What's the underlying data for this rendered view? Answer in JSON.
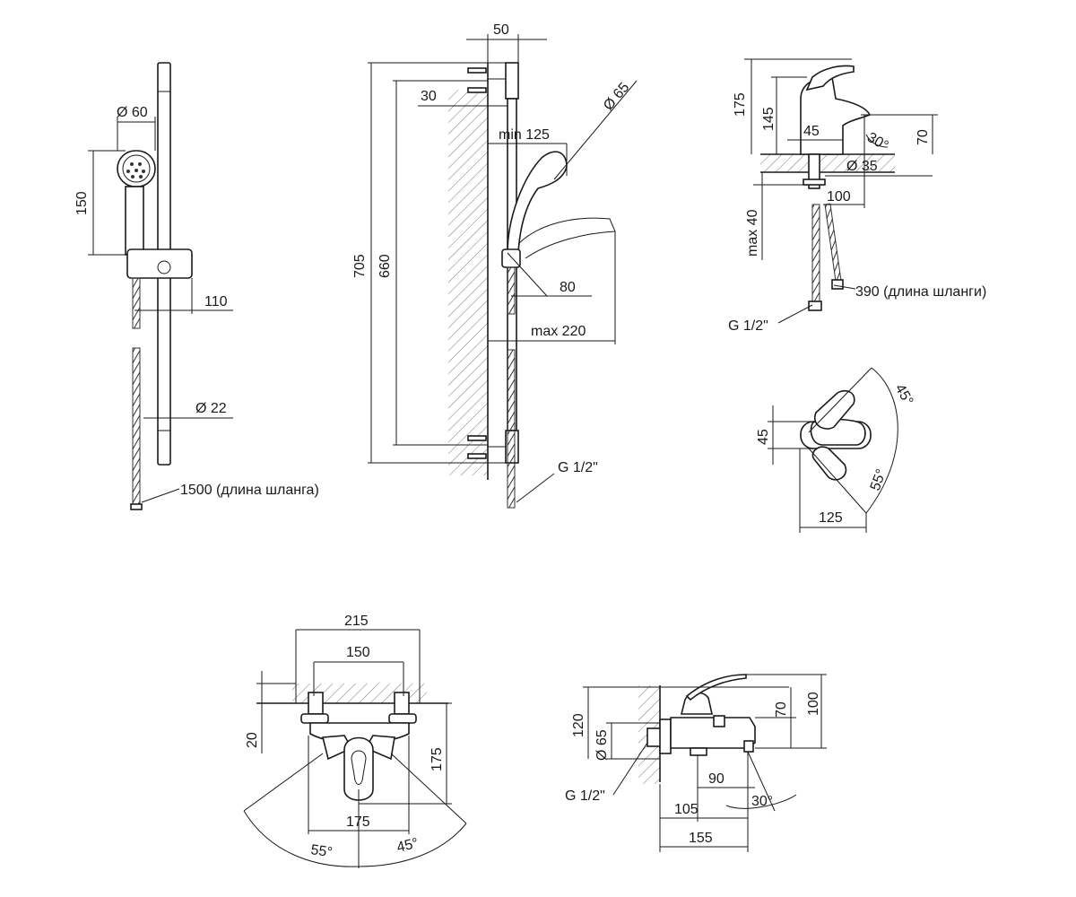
{
  "shower_set": {
    "head_diameter": "Ø 60",
    "head_height": "150",
    "holder_offset": "110",
    "rail_diameter": "Ø 22",
    "hose_length": "1500 (длина шланга)"
  },
  "shower_side": {
    "wall_offset": "50",
    "bracket": "30",
    "head_diameter": "Ø 65",
    "min_projection": "min 125",
    "total_height": "705",
    "rail_length": "660",
    "holder_depth": "80",
    "max_projection": "max 220",
    "thread": "G 1/2\""
  },
  "basin_mixer": {
    "height_total": "175",
    "height_spout": "145",
    "spout_height": "70",
    "base_diameter": "45",
    "spout_angle": "30°",
    "hole_diameter": "Ø 35",
    "reach": "100",
    "max_thickness": "max 40",
    "hose_length": "390 (длина шланги)",
    "thread": "G 1/2\""
  },
  "lever_top": {
    "angle_right": "45°",
    "angle_left": "55°",
    "depth": "45",
    "width": "125"
  },
  "bath_front": {
    "width_total": "215",
    "centers": "150",
    "wall_gap": "20",
    "height": "175",
    "angle_left": "55°",
    "angle_right": "45°",
    "lower_width": "175"
  },
  "bath_side": {
    "height_total": "120",
    "eccentric_diameter": "Ø 65",
    "thread": "G 1/2\"",
    "height_lever": "100",
    "height_body": "70",
    "spout_offset": "90",
    "angle": "30°",
    "reach_spout": "105",
    "reach_total": "155"
  }
}
